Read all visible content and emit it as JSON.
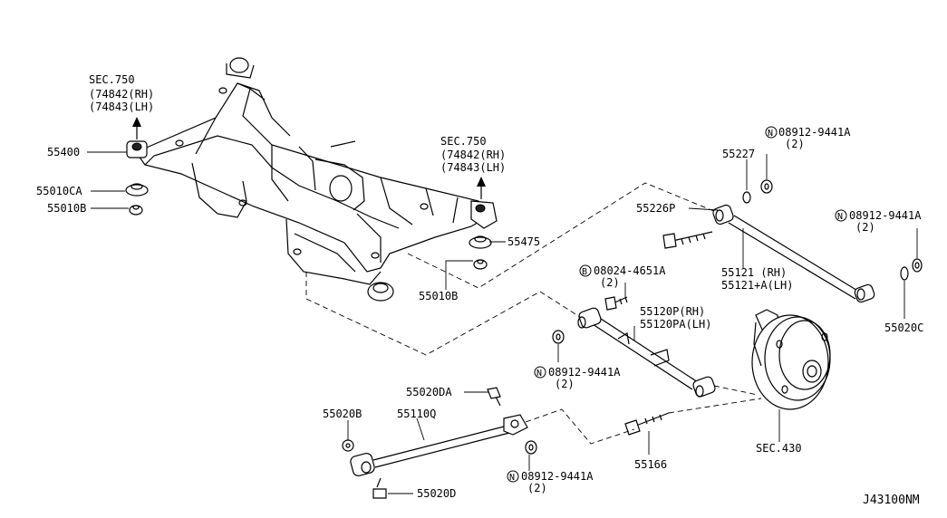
{
  "labels": {
    "sec750_a": "SEC.750",
    "sec750_a_rh": "(74842(RH)",
    "sec750_a_lh": "(74843(LH)",
    "p55400": "55400",
    "p55010CA": "55010CA",
    "p55010B_left": "55010B",
    "sec750_b": "SEC.750",
    "sec750_b_rh": "(74842(RH)",
    "sec750_b_lh": "(74843(LH)",
    "p55475": "55475",
    "p55010B_right": "55010B",
    "n1_code": "08912-9441A",
    "n1_qty": "(2)",
    "p55227": "55227",
    "p55226P": "55226P",
    "n2_code": "08912-9441A",
    "n2_qty": "(2)",
    "b1_code": "08024-4651A",
    "b1_qty": "(2)",
    "p55121_rh": "55121   (RH)",
    "p55121_lh": "55121+A(LH)",
    "p55120P_rh": "55120P(RH)",
    "p55120PA_lh": "55120PA(LH)",
    "n3_code": "08912-9441A",
    "n3_qty": "(2)",
    "p55020C": "55020C",
    "p55020DA": "55020DA",
    "p55020B": "55020B",
    "p55110Q": "55110Q",
    "p55166": "55166",
    "sec430": "SEC.430",
    "n4_code": "08912-9441A",
    "n4_qty": "(2)",
    "p55020D": "55020D",
    "diagram_id": "J43100NM"
  },
  "symbols": {
    "nut": "N",
    "bolt": "B"
  }
}
